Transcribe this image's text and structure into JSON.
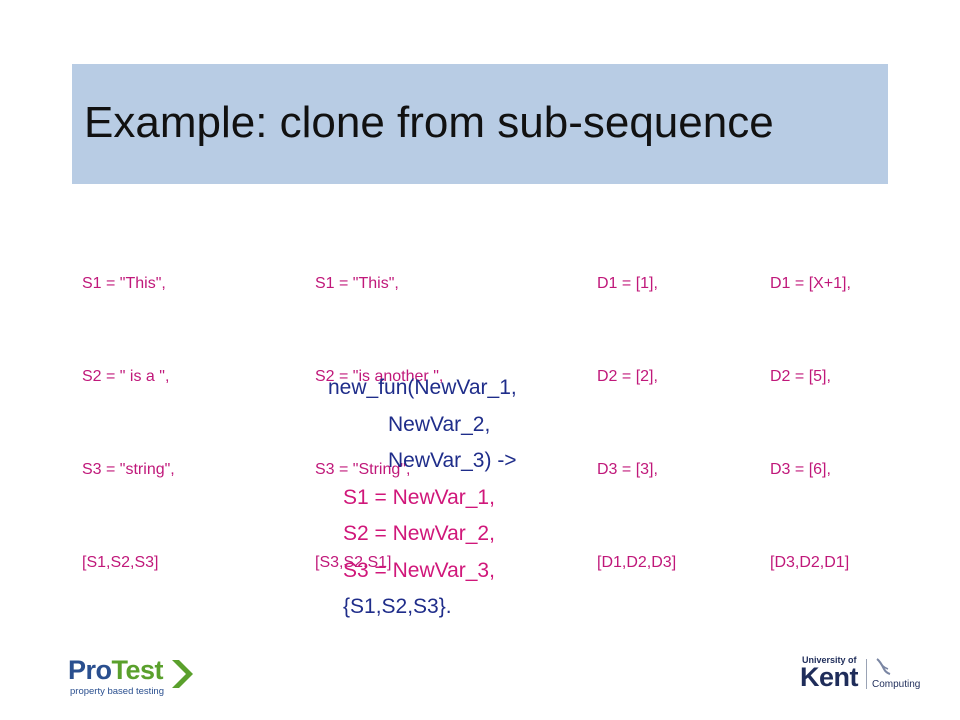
{
  "title": "Example: clone from sub-sequence",
  "columns": [
    [
      "S1 = \"This\",",
      "S2 = \" is a \",",
      "S3 = \"string\",",
      "[S1,S2,S3]"
    ],
    [
      "S1 = \"This\",",
      "S2 = \"is another \",",
      "S3 = \"String\",",
      "[S3,S2,S1]"
    ],
    [
      "D1 = [1],",
      "D2 = [2],",
      "D3 = [3],",
      "[D1,D2,D3]"
    ],
    [
      "D1 = [X+1],",
      "D2 = [5],",
      "D3 = [6],",
      "[D3,D2,D1]"
    ]
  ],
  "code": [
    "new_fun(NewVar_1,",
    "NewVar_2,",
    "NewVar_3) ->",
    "S1 = NewVar_1,",
    "S2 = NewVar_2,",
    "S3 = NewVar_3,",
    "{S1,S2,S3}."
  ],
  "logos": {
    "protest_pro": "Pro",
    "protest_test": "Test",
    "protest_tagline": "property based testing",
    "kent_university": "University of",
    "kent_name": "Kent",
    "kent_department": "Computing"
  },
  "colors": {
    "title_bar": "#b8cce4",
    "code_blue": "#1f2d8a",
    "code_pink": "#d0177a"
  }
}
